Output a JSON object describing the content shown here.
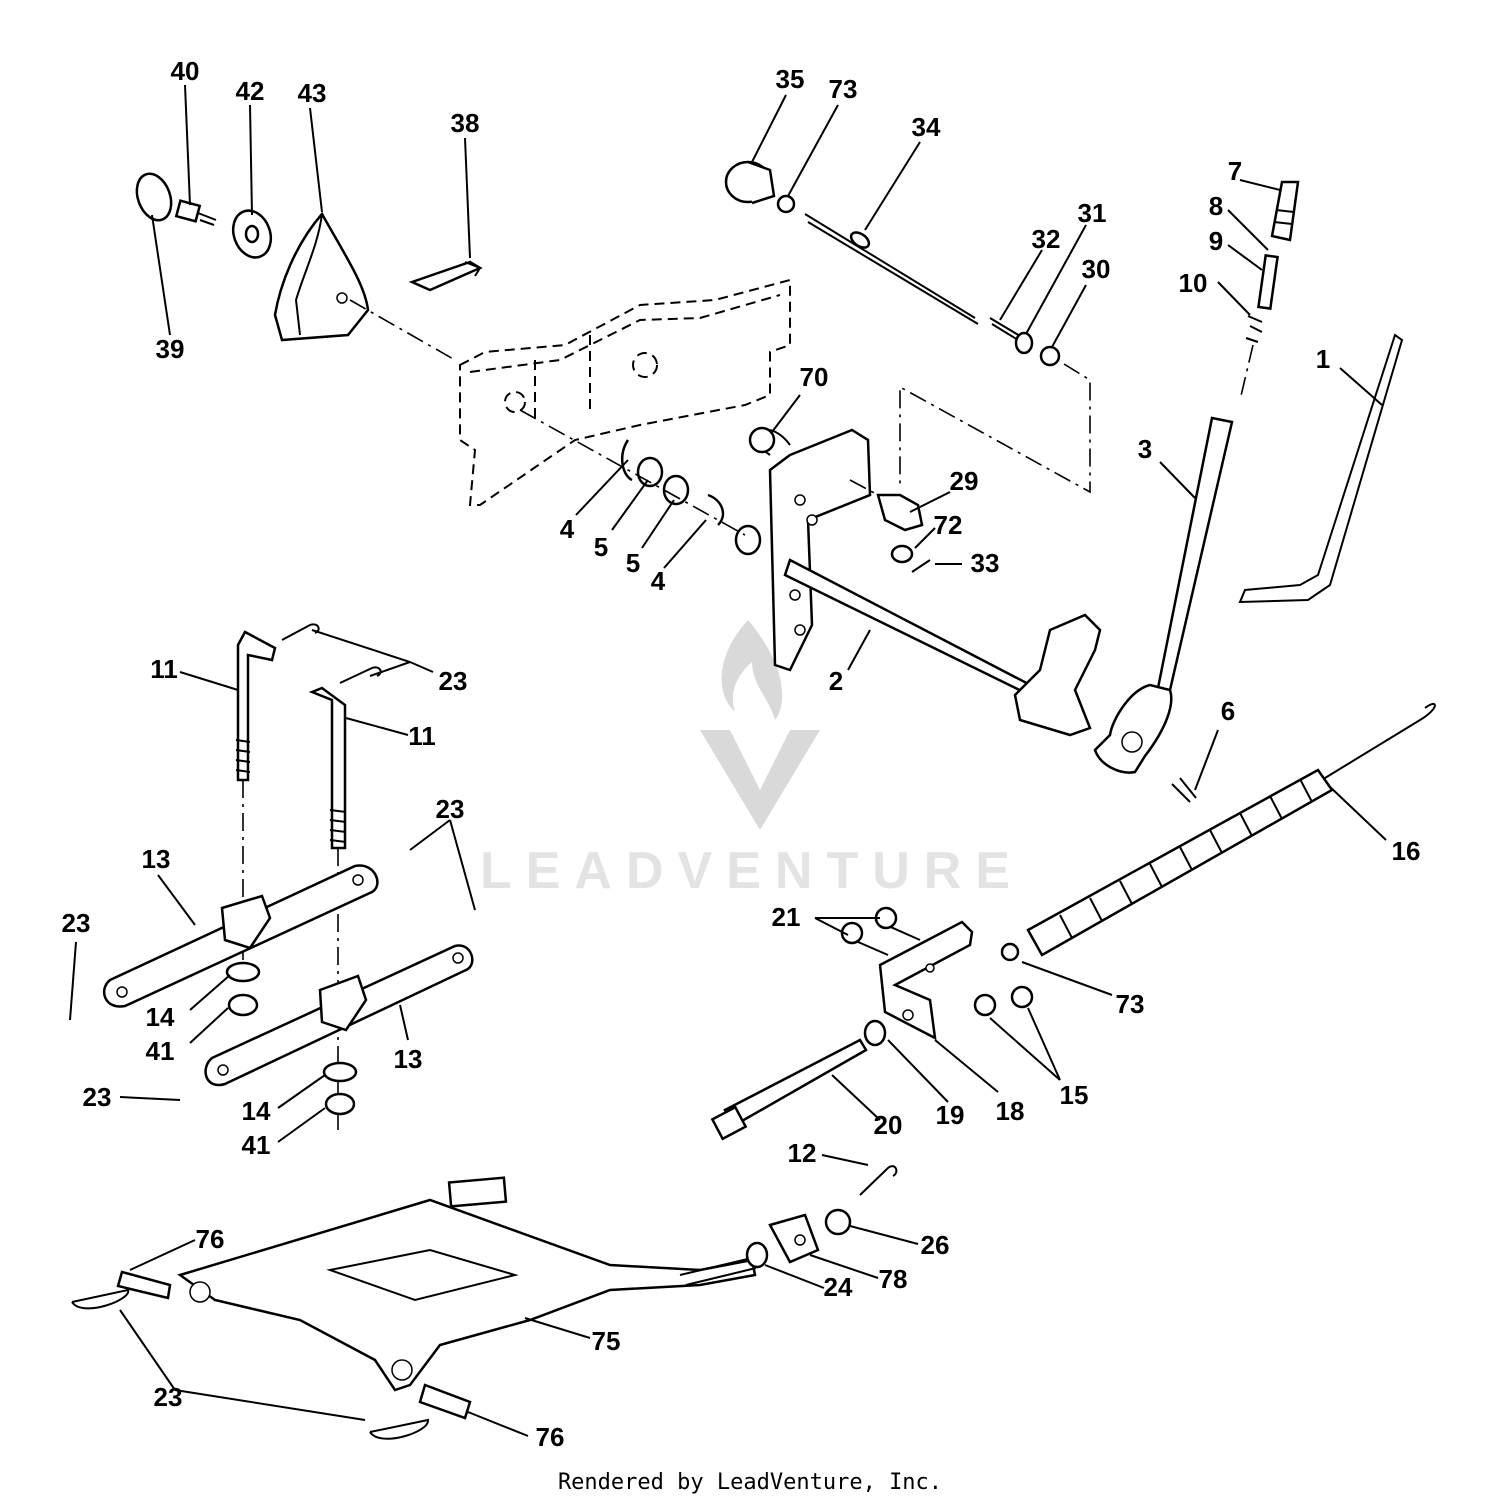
{
  "watermark": {
    "text": "LEADVENTURE"
  },
  "footer": {
    "text": "Rendered by LeadVenture, Inc."
  },
  "callouts": [
    {
      "id": "40"
    },
    {
      "id": "42"
    },
    {
      "id": "43"
    },
    {
      "id": "38"
    },
    {
      "id": "39"
    },
    {
      "id": "35"
    },
    {
      "id": "73"
    },
    {
      "id": "34"
    },
    {
      "id": "7"
    },
    {
      "id": "8"
    },
    {
      "id": "31"
    },
    {
      "id": "32"
    },
    {
      "id": "30"
    },
    {
      "id": "9"
    },
    {
      "id": "10"
    },
    {
      "id": "1"
    },
    {
      "id": "70"
    },
    {
      "id": "3"
    },
    {
      "id": "29"
    },
    {
      "id": "72"
    },
    {
      "id": "33"
    },
    {
      "id": "4"
    },
    {
      "id": "5"
    },
    {
      "id": "5"
    },
    {
      "id": "4"
    },
    {
      "id": "11"
    },
    {
      "id": "23"
    },
    {
      "id": "11"
    },
    {
      "id": "2"
    },
    {
      "id": "6"
    },
    {
      "id": "23"
    },
    {
      "id": "13"
    },
    {
      "id": "23"
    },
    {
      "id": "16"
    },
    {
      "id": "21"
    },
    {
      "id": "14"
    },
    {
      "id": "41"
    },
    {
      "id": "13"
    },
    {
      "id": "73"
    },
    {
      "id": "23"
    },
    {
      "id": "14"
    },
    {
      "id": "41"
    },
    {
      "id": "15"
    },
    {
      "id": "20"
    },
    {
      "id": "19"
    },
    {
      "id": "18"
    },
    {
      "id": "12"
    },
    {
      "id": "76"
    },
    {
      "id": "26"
    },
    {
      "id": "78"
    },
    {
      "id": "24"
    },
    {
      "id": "75"
    },
    {
      "id": "23"
    },
    {
      "id": "76"
    }
  ]
}
